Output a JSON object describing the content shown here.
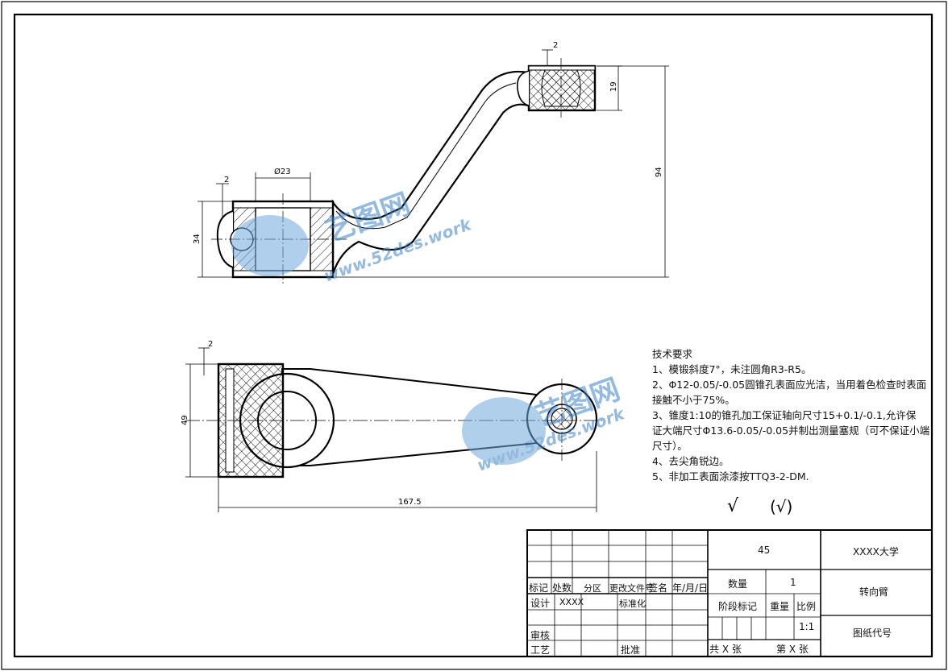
{
  "dimensions": {
    "top_gap": "2",
    "top_height": "19",
    "overall_height": "94",
    "bore_dia": "Ø23",
    "left_gap": "2",
    "left_height": "34",
    "plan_gap": "2",
    "plan_height": "49",
    "overall_length": "167.5"
  },
  "watermark": {
    "brand": "艺图网",
    "url": "www.52des.work"
  },
  "notes": {
    "title": "技术要求",
    "lines": [
      "1、模锻斜度7°，未注圆角R3-R5。",
      "2、Φ12-0.05/-0.05圆锥孔表面应光洁，当用着色检查时表面",
      "接触不小于75%。",
      "3、锥度1:10的锥孔加工保证轴向尺寸15+0.1/-0.1,允许保",
      "证大端尺寸Φ13.6-0.05/-0.05并制出测量塞规（可不保证小端",
      "尺寸）。",
      "4、去尖角锐边。",
      "5、非加工表面涂漆按TTQ3-2-DM."
    ]
  },
  "roughness": {
    "symbol": "√",
    "rest": "(√)"
  },
  "title_block": {
    "material": "45",
    "school": "XXXX大学",
    "part_name": "转向臂",
    "drawing_no_label": "图纸代号",
    "quantity_label": "数量",
    "quantity": "1",
    "stage_label": "阶段标记",
    "weight_label": "重量",
    "scale_label": "比例",
    "scale": "1:1",
    "total_sheets": "共 X 张",
    "sheet_no": "第 X 张",
    "rev_mark": "标记",
    "rev_count": "处数",
    "rev_zone": "分区",
    "rev_doc": "更改文件号",
    "rev_sign": "签名",
    "rev_date": "年/月/日",
    "design_label": "设计",
    "designer": "XXXX",
    "standard_label": "标准化",
    "review_label": "审核",
    "process_label": "工艺",
    "approve_label": "批准"
  }
}
